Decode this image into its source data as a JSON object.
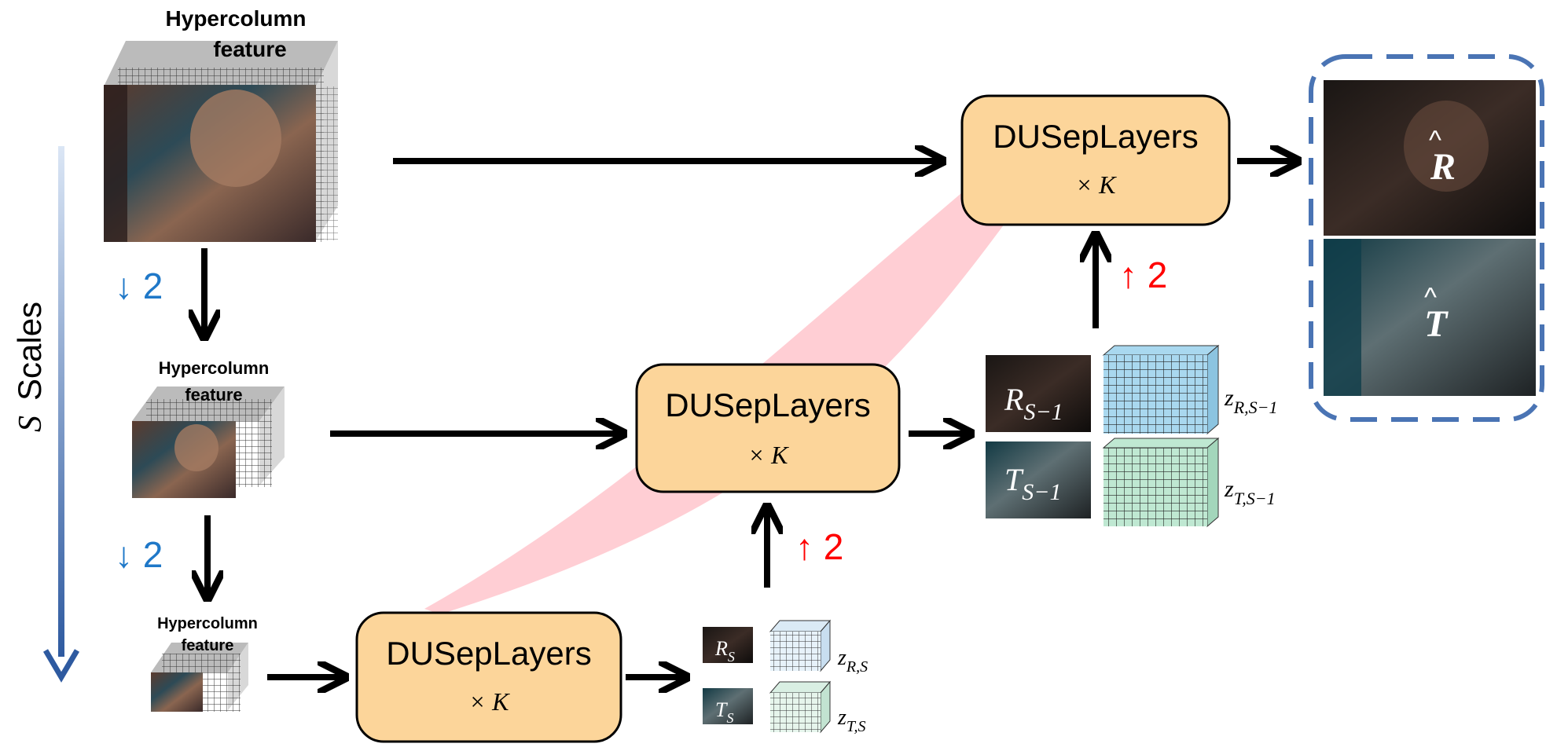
{
  "scale_axis": {
    "label_var": "S",
    "label_text": "Scales",
    "color_top": "#dbe6f5",
    "color_bottom": "#2e5aa0"
  },
  "hypercolumn": {
    "large_line1": "Hypercolumn",
    "large_line2": "feature",
    "medium_line1": "Hypercolumn",
    "medium_line2": "feature",
    "small_line1": "Hypercolumn",
    "small_line2": "feature"
  },
  "downsample": {
    "first": "↓ 2",
    "second": "↓ 2",
    "color": "#1f78c8"
  },
  "upsample": {
    "first": "↑ 2",
    "second": "↑ 2",
    "color": "#ff0000"
  },
  "blocks": {
    "top": {
      "title": "DUSepLayers",
      "repeat": "× K"
    },
    "middle": {
      "title": "DUSepLayers",
      "repeat": "× K"
    },
    "bottom": {
      "title": "DUSepLayers",
      "repeat": "× K"
    },
    "fill": "#fcd59a"
  },
  "estimates": {
    "s_minus_1": {
      "r_base": "R",
      "r_sub": "S−1",
      "t_base": "T",
      "t_sub": "S−1",
      "z_r_base": "z",
      "z_r_sub": "R,S−1",
      "z_t_base": "z",
      "z_t_sub": "T,S−1"
    },
    "s": {
      "r_base": "R",
      "r_sub": "S",
      "t_base": "T",
      "t_sub": "S",
      "z_r_base": "z",
      "z_r_sub": "R,S",
      "z_t_base": "z",
      "z_t_sub": "T,S"
    }
  },
  "outputs": {
    "r_hat": "R",
    "t_hat": "T",
    "frame_color": "#4a74b4"
  },
  "colors": {
    "cube_r": "#a9d8ef",
    "cube_t": "#bfe8d2",
    "ribbon": "#ffc9cf",
    "arrow": "#000000"
  }
}
